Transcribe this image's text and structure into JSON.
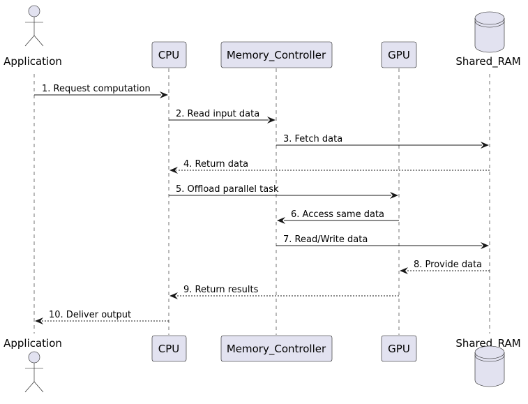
{
  "participants": [
    {
      "id": "app",
      "label": "Application",
      "kind": "actor"
    },
    {
      "id": "cpu",
      "label": "CPU",
      "kind": "box"
    },
    {
      "id": "mem",
      "label": "Memory_Controller",
      "kind": "box"
    },
    {
      "id": "gpu",
      "label": "GPU",
      "kind": "box"
    },
    {
      "id": "ram",
      "label": "Shared_RAM",
      "kind": "database"
    }
  ],
  "messages": [
    {
      "from": "app",
      "to": "cpu",
      "label": "1. Request computation",
      "style": "solid"
    },
    {
      "from": "cpu",
      "to": "mem",
      "label": "2. Read input data",
      "style": "solid"
    },
    {
      "from": "mem",
      "to": "ram",
      "label": "3. Fetch data",
      "style": "solid"
    },
    {
      "from": "ram",
      "to": "cpu",
      "label": "4. Return data",
      "style": "dashed"
    },
    {
      "from": "cpu",
      "to": "gpu",
      "label": "5. Offload parallel task",
      "style": "solid"
    },
    {
      "from": "gpu",
      "to": "mem",
      "label": "6. Access same data",
      "style": "solid"
    },
    {
      "from": "mem",
      "to": "ram",
      "label": "7. Read/Write data",
      "style": "solid"
    },
    {
      "from": "ram",
      "to": "gpu",
      "label": "8. Provide data",
      "style": "dashed"
    },
    {
      "from": "gpu",
      "to": "cpu",
      "label": "9. Return results",
      "style": "dashed"
    },
    {
      "from": "cpu",
      "to": "app",
      "label": "10. Deliver output",
      "style": "dashed"
    }
  ],
  "colors": {
    "participant_fill": "#E2E2F0",
    "line": "#181818",
    "text": "#000000"
  }
}
